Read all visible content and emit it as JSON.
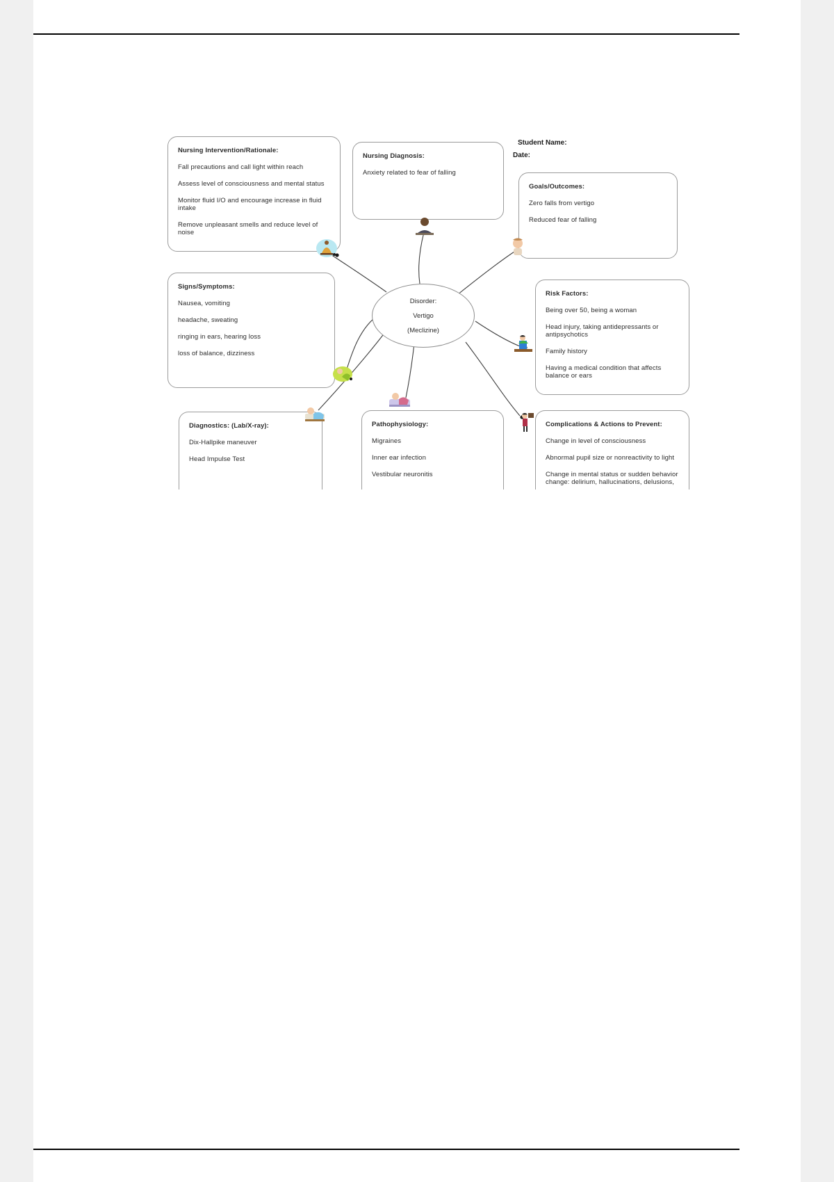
{
  "document": {
    "type": "nursing-concept-map",
    "meta": {
      "student_name_label": "Student Name:",
      "date_label": "Date:"
    },
    "center": {
      "label_title": "Disorder:",
      "label_name": "Vertigo",
      "label_med": "(Meclizine)"
    },
    "nodes": {
      "nursing_intervention": {
        "title": "Nursing Intervention/Rationale:",
        "lines": [
          "Fall precautions and call light within reach",
          "Assess level of consciousness and mental status",
          "Monitor fluid I/O and encourage increase in fluid intake",
          "Remove unpleasant smells and reduce level of noise"
        ]
      },
      "nursing_diagnosis": {
        "title": "Nursing Diagnosis:",
        "lines": [
          "Anxiety related to fear of falling"
        ]
      },
      "goals_outcomes": {
        "title": "Goals/Outcomes:",
        "lines": [
          "Zero falls from vertigo",
          "Reduced fear of falling"
        ]
      },
      "signs_symptoms": {
        "title": "Signs/Symptoms:",
        "lines": [
          "Nausea, vomiting",
          "headache, sweating",
          "ringing in ears, hearing loss",
          "loss of balance, dizziness"
        ]
      },
      "risk_factors": {
        "title": "Risk Factors:",
        "lines": [
          "Being over 50, being a woman",
          "Head injury, taking antidepressants or antipsychotics",
          "Family history",
          "Having a medical condition that affects balance or ears"
        ]
      },
      "diagnostics": {
        "title": "Diagnostics:  (Lab/X-ray):",
        "lines": [
          "Dix-Hallpike maneuver",
          "Head Impulse Test"
        ]
      },
      "pathophysiology": {
        "title": "Pathophysiology:",
        "lines": [
          "Migraines",
          "Inner ear infection",
          "Vestibular neuronitis"
        ]
      },
      "complications": {
        "title": "Complications & Actions to Prevent:",
        "lines": [
          "Change in level of consciousness",
          "Abnormal pupil size or nonreactivity to light",
          "Change in mental status or sudden behavior change: delirium, hallucinations, delusions,"
        ]
      }
    },
    "icons": [
      {
        "name": "clipart-nurse-bell-icon"
      },
      {
        "name": "clipart-patient-bed-icon"
      },
      {
        "name": "clipart-baby-icon"
      },
      {
        "name": "clipart-green-figure-icon"
      },
      {
        "name": "clipart-doctor-desk-icon"
      },
      {
        "name": "clipart-patient-couch-icon"
      },
      {
        "name": "clipart-examiner-icon"
      },
      {
        "name": "clipart-hospital-bed-icon"
      }
    ],
    "colors": {
      "node_border": "#9b9b9b",
      "wire": "#3d3d3d",
      "text": "#2b2b2b",
      "page": "#ffffff",
      "backdrop": "#f0f0f0"
    }
  }
}
